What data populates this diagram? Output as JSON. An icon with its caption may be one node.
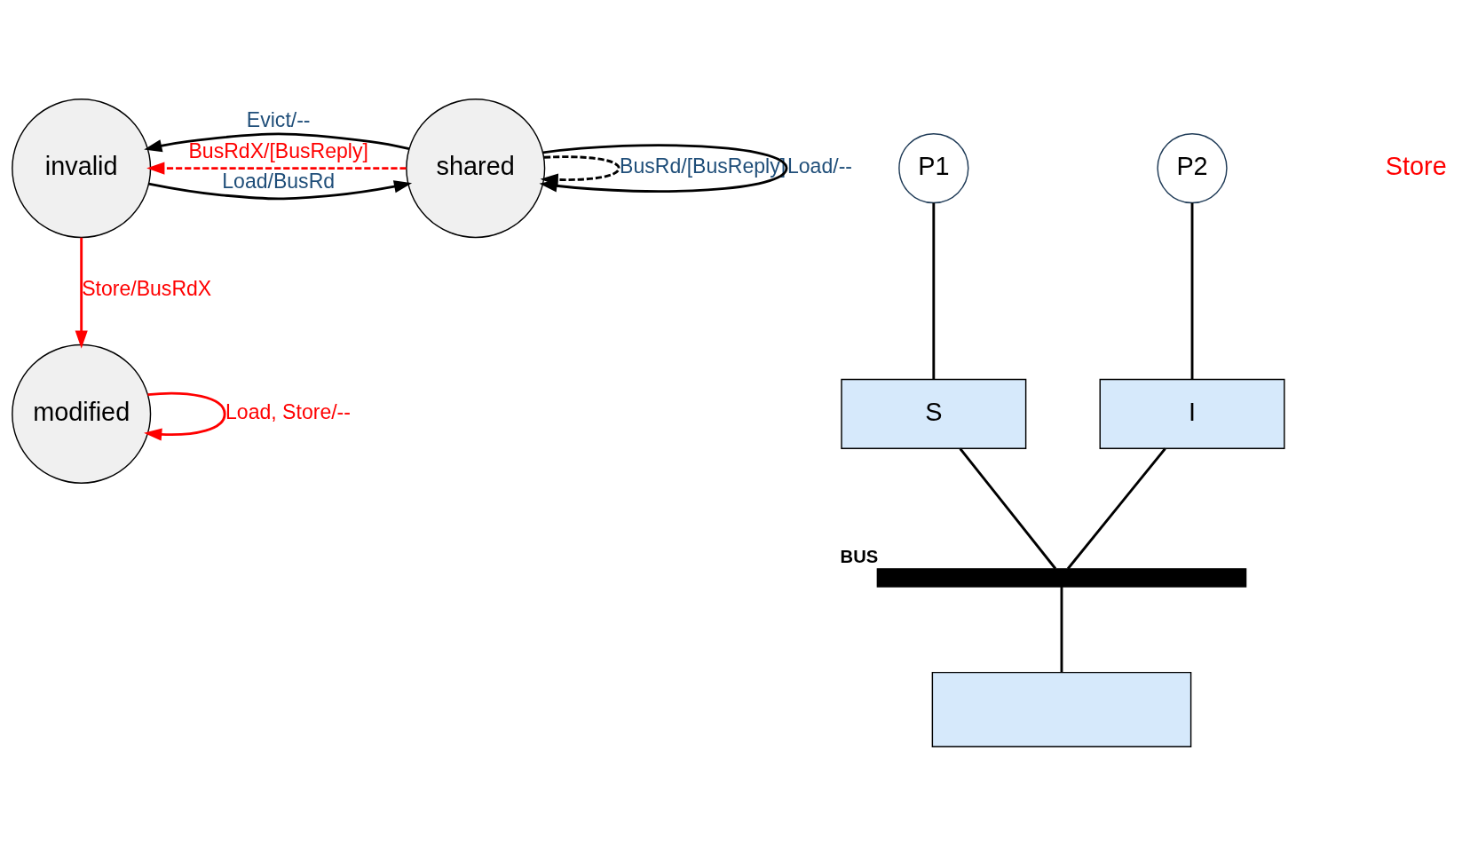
{
  "diagram": {
    "nodes": [
      {
        "text": [
          "invalid"
        ]
      },
      {
        "text": [
          "shared"
        ]
      },
      {
        "text": [
          "modified"
        ]
      },
      {
        "text": [
          "P1"
        ]
      },
      {
        "text": [
          "P2"
        ]
      },
      {
        "text": [
          "S"
        ]
      },
      {
        "text": [
          "I"
        ]
      },
      {
        "text": [],
        "shape": "bar",
        "beside": [
          "BUS"
        ]
      },
      {
        "text": [],
        "shape": "box"
      }
    ],
    "edges": [
      {
        "from": 0,
        "to": 1,
        "arrow": "to",
        "label": "Load/BusRd"
      },
      {
        "from": 1,
        "to": 0,
        "arrow": "to",
        "label": "BusRdX/[BusReply]",
        "style": "dashed",
        "color": "#ff0000"
      },
      {
        "from": 1,
        "to": 0,
        "arrow": "to",
        "label": "Evict/--"
      },
      {
        "from": 1,
        "to": 1,
        "arrow": "to",
        "label": "BusRd/[BusReply]",
        "style": "dashed"
      },
      {
        "from": 1,
        "to": 1,
        "arrow": "to",
        "label": "Load/--"
      },
      {
        "from": 0,
        "to": 2,
        "arrow": "to",
        "label": "Store/BusRdX",
        "color": "#ff0000"
      },
      {
        "from": 2,
        "to": 2,
        "arrow": "to",
        "label": "Load, Store/--",
        "color": "#ff0000"
      },
      {
        "from": 3,
        "to": 5,
        "arrow": "none"
      },
      {
        "from": 4,
        "to": 6,
        "arrow": "none"
      },
      {
        "from": 5,
        "to": 7,
        "arrow": "none"
      },
      {
        "from": 6,
        "to": 7,
        "arrow": "none"
      },
      {
        "from": 7,
        "to": 8,
        "arrow": "none"
      }
    ],
    "labels": [
      "Store"
    ]
  }
}
